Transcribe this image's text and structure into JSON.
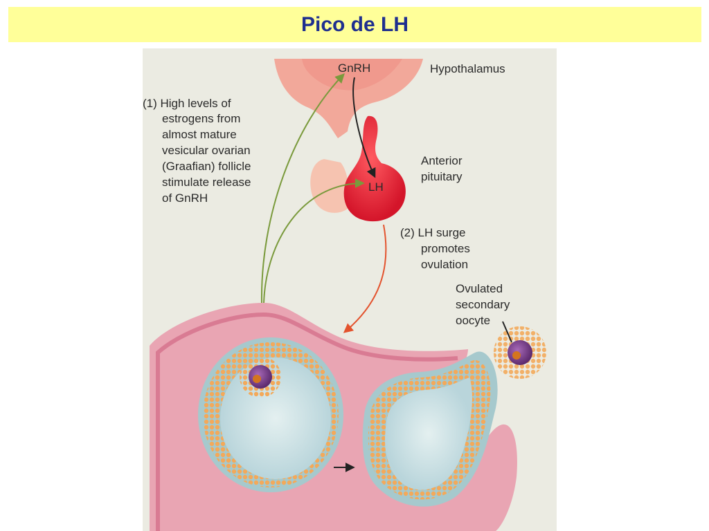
{
  "slide": {
    "title": "Pico de LH"
  },
  "diagram": {
    "gnrh_label": "GnRH",
    "hypothalamus_label": "Hypothalamus",
    "lh_label": "LH",
    "anterior_pituitary_label": [
      "Anterior",
      "pituitary"
    ],
    "step1_label": [
      "(1) High levels of",
      "estrogens from",
      "almost mature",
      "vesicular ovarian",
      "(Graafian) follicle",
      "stimulate release",
      "of GnRH"
    ],
    "step2_label": [
      "(2) LH surge",
      "promotes",
      "ovulation"
    ],
    "oocyte_label": [
      "Ovulated",
      "secondary",
      "oocyte"
    ],
    "colors": {
      "title_background": "#ffff99",
      "title_text": "#1f2f8f",
      "hypothalamus": "#f2a89a",
      "pituitary": "#e8263a",
      "ovary_wall": "#e9a5b3",
      "granulosa": "#f3a95a",
      "antrum": "#cfe3e6",
      "oocyte": "#7a3f8c",
      "estrogen_arrow": "#7a9a3c",
      "lh_arrow": "#e3532e"
    }
  }
}
